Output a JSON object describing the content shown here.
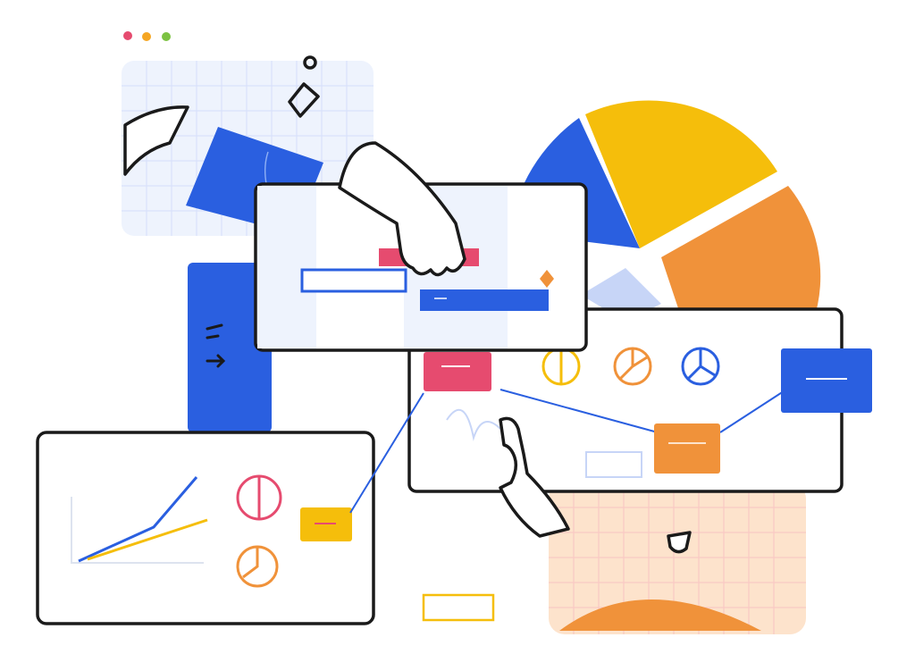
{
  "colors": {
    "blue": "#2a5fe0",
    "light_blue": "#c7d5f7",
    "pale_blue": "#eef3fd",
    "yellow": "#f5be0b",
    "orange": "#f0923a",
    "pink": "#e64b6f",
    "green": "#7cc242",
    "peach": "#fde3cc",
    "ink": "#1a1a1a"
  },
  "window_dots": [
    "#e64b6f",
    "#f5a623",
    "#7cc242"
  ],
  "panels": [
    {
      "id": "top-center",
      "contains": [
        "red-bar",
        "blue-outline-bar",
        "blue-bar",
        "orange-diamond",
        "hand"
      ]
    },
    {
      "id": "middle-right",
      "contains": [
        "pie-icons",
        "red-note",
        "orange-note",
        "blue-note",
        "pointing-hand"
      ]
    },
    {
      "id": "bottom-left",
      "contains": [
        "line-chart",
        "pie-icons",
        "yellow-note"
      ]
    }
  ],
  "icons": [
    "pie-chart",
    "line-chart",
    "hand",
    "pointing-hand",
    "diamond",
    "circle",
    "shield-shape",
    "arrow"
  ]
}
